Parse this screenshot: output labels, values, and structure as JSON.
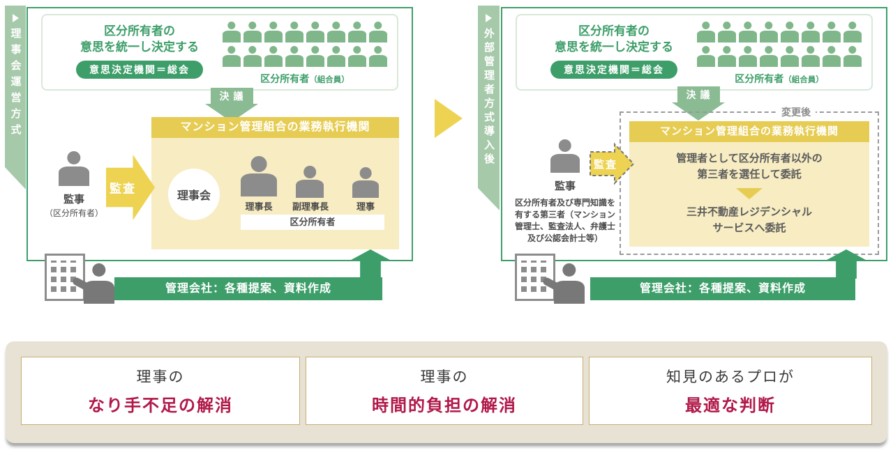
{
  "colors": {
    "green": "#3d9e69",
    "green_arrow": "#8abb93",
    "green_ribbon": "#a6c9aa",
    "green_people": "#7fb78a",
    "yellow_header": "#e6cc52",
    "yellow_body": "#f7ecc2",
    "yellow_arrow": "#edd351",
    "gray_figure": "#8c8c8c",
    "crimson": "#b01848",
    "beige": "#e7e2d4",
    "card_border": "#c8ac70"
  },
  "left_panel": {
    "ribbon_label": "理事会運営方式",
    "decision_box": {
      "title_line1": "区分所有者の",
      "title_line2": "意思を統一し決定する",
      "badge_label": "意思決定機関＝総会",
      "owners_label": "区分所有者",
      "owners_sublabel": "（組合員）",
      "owners_count": 16
    },
    "resolution_arrow_label": "決議",
    "exec_box": {
      "header": "マンション管理組合の業務執行機関",
      "board_circle_label": "理事会",
      "role_labels": [
        "理事長",
        "副理事長",
        "理事"
      ],
      "roles_bar_label": "区分所有者"
    },
    "auditor_label": "監事",
    "auditor_sublabel": "（区分所有者）",
    "audit_arrow_label": "監査",
    "company_bar_label": "管理会社：各種提案、資料作成"
  },
  "right_panel": {
    "ribbon_label": "外部管理者方式導入後",
    "decision_box": {
      "title_line1": "区分所有者の",
      "title_line2": "意思を統一し決定する",
      "badge_label": "意思決定機関＝総会",
      "owners_label": "区分所有者",
      "owners_sublabel": "（組合員）",
      "owners_count": 16
    },
    "resolution_arrow_label": "決議",
    "after_change_label": "変更後",
    "exec_box": {
      "header": "マンション管理組合の業務執行機関",
      "body_line1": "管理者として区分所有者以外の",
      "body_line2": "第三者を選任して委託",
      "delegate_line1": "三井不動産レジデンシャル",
      "delegate_line2": "サービスへ委託"
    },
    "auditor_label": "監事",
    "auditor_desc_lines": [
      "区分所有者及び専門知識を",
      "有する第三者（マンション",
      "管理士、監査法人、弁護士",
      "及び公認会計士等）"
    ],
    "audit_arrow_label": "監査",
    "company_bar_label": "管理会社：各種提案、資料作成"
  },
  "benefits": [
    {
      "line1": "理事の",
      "line2": "なり手不足の解消"
    },
    {
      "line1": "理事の",
      "line2": "時間的負担の解消"
    },
    {
      "line1": "知見のあるプロが",
      "line2": "最適な判断"
    }
  ]
}
